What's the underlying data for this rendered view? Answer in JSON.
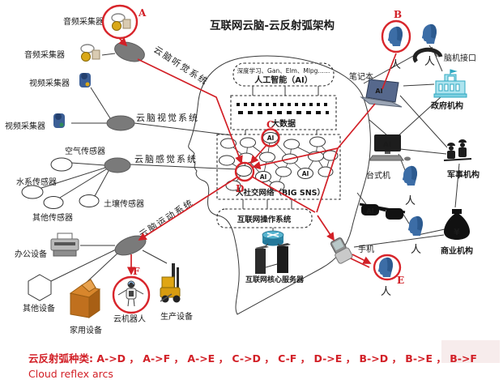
{
  "title": "互联网云脑-云反射弧架构",
  "colors": {
    "accent_red": "#d22027",
    "hub_gray": "#7a7a7a",
    "head_blue": "#3c6da6"
  },
  "ai_label": "AI",
  "brain": {
    "deep_learning_line": "深度学习、Gan、Elm、Mlpg……",
    "ai_box": "人工智能（AI）",
    "big_data": "大数据",
    "sns": "大社交网络（BIG SNS）",
    "os": "互联网操作系统",
    "core_server": "互联网核心服务器"
  },
  "systems": {
    "auditory": "云脑听觉系统",
    "visual": "云脑视觉系统",
    "sensory": "云脑感觉系统",
    "motor": "云脑运动系统"
  },
  "left_nodes": {
    "audio_collector_1": "音频采集器",
    "audio_collector_2": "音频采集器",
    "video_collector_1": "视频采集器",
    "video_collector_2": "视频采集器",
    "air_sensor": "空气传感器",
    "water_sensor": "水系传感器",
    "soil_sensor": "土壤传感器",
    "other_sensors": "其他传感器",
    "office_equipment": "办公设备",
    "other_equipment": "其他设备",
    "home_equipment": "家用设备",
    "cloud_robot": "云机器人",
    "production_equipment": "生产设备"
  },
  "right_nodes": {
    "laptop": "笔记本",
    "bci": "脑机接口",
    "government": "政府机构",
    "desktop": "台式机",
    "military": "军事机构",
    "business": "商业机构",
    "phone": "手机",
    "person": "人",
    "currency_symbol": "¥"
  },
  "markers": {
    "a": "A",
    "b": "B",
    "c": "C",
    "d": "D",
    "e": "E",
    "f": "F"
  },
  "caption": {
    "line1": "云反射弧种类: A->D ， A->F ， A->E ， C->D ， C-F ， D->E ， B->D ， B->E ， B->F",
    "line2": "Cloud reflex arcs"
  }
}
